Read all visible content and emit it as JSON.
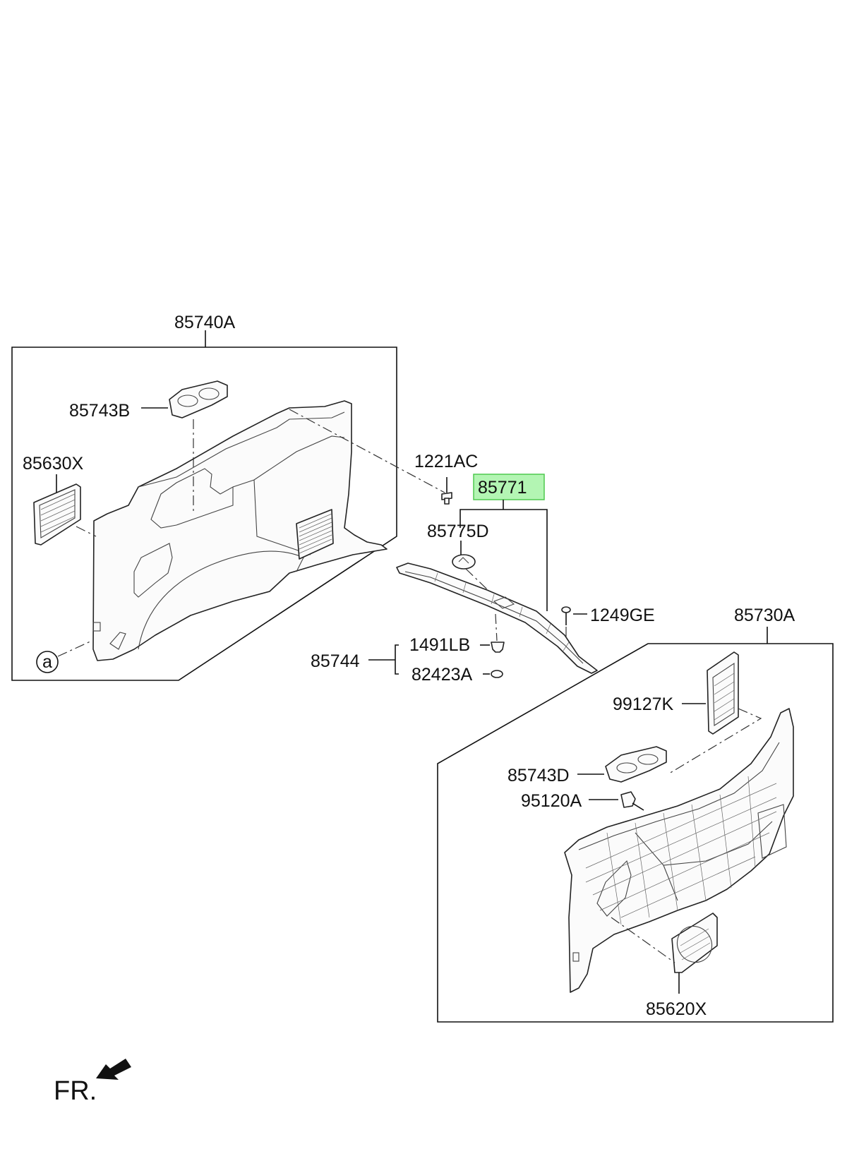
{
  "diagram": {
    "labels": {
      "group_left": "85740A",
      "cup_holder_left": "85743B",
      "grille_left": "85630X",
      "bolt": "1221AC",
      "sill_plate_assy": "85771",
      "cap": "85775D",
      "screw": "1249GE",
      "clip": "1491LB",
      "clip_set": "85744",
      "ring": "82423A",
      "group_right": "85730A",
      "cover_right": "99127K",
      "cup_holder_right": "85743D",
      "socket": "95120A",
      "grille_right": "85620X",
      "ref_a": "a"
    },
    "direction_label": "FR.",
    "highlight_color": "#b3f5b3",
    "highlight_border": "#4ec94e"
  }
}
